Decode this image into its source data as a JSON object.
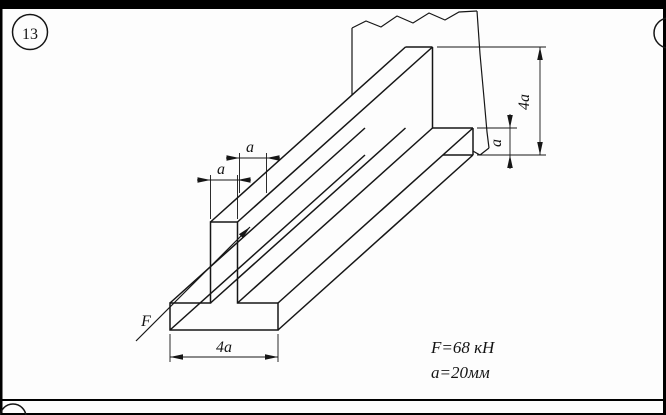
{
  "task_number": "13",
  "drawing": {
    "force_label": "F",
    "dims": {
      "stem_width_front": "a",
      "stem_width_back": "a",
      "flange_width": "4a",
      "wall_flange_thickness": "a",
      "wall_section_height": "4a"
    }
  },
  "given": {
    "force": "F=68 кН",
    "size": "a=20мм"
  },
  "colors": {
    "ink": "#161616",
    "paper": "#fdfdfd",
    "frame": "#000000"
  }
}
